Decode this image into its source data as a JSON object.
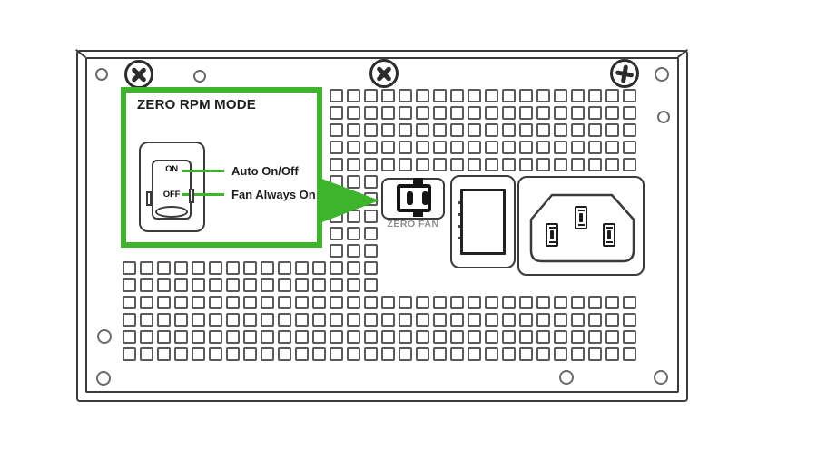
{
  "callout": {
    "title": "ZERO RPM MODE",
    "switch": {
      "on_label": "ON",
      "off_label": "OFF"
    },
    "annotations": [
      {
        "position": "ON",
        "label": "Auto On/Off"
      },
      {
        "position": "OFF",
        "label": "Fan Always On"
      }
    ]
  },
  "panel": {
    "zero_fan_label": "ZERO FAN"
  },
  "colors": {
    "accent_green": "#3eb32c",
    "line_dark": "#3a3a3a",
    "muted_label": "#8f8f8f",
    "background": "#ffffff"
  }
}
